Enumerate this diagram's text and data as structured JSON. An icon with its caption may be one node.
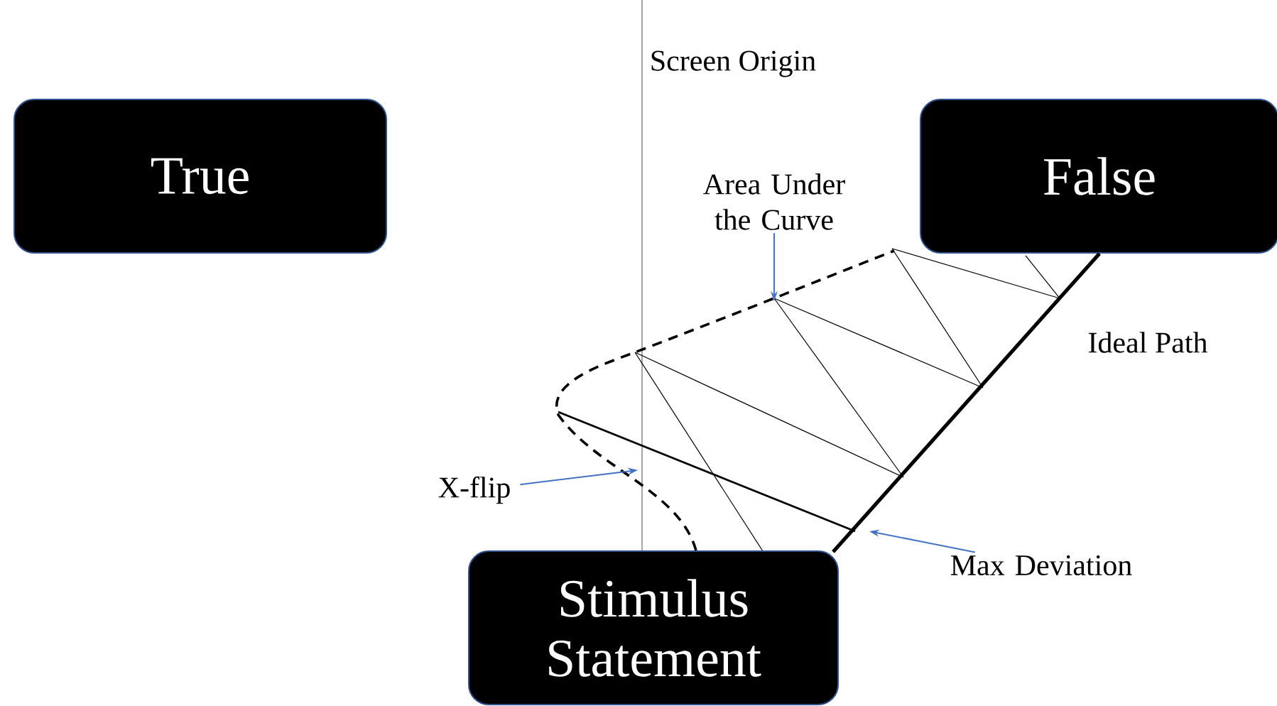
{
  "diagram": {
    "nodes": [
      {
        "text": [
          "True"
        ]
      },
      {
        "text": [
          "False"
        ]
      },
      {
        "text": [
          "Stimulus Statement"
        ]
      },
      {
        "text": [
          "Area Under the Curve"
        ]
      },
      {
        "text": [
          "X-flip"
        ]
      },
      {
        "text": [
          "Max Deviation"
        ]
      }
    ],
    "edges": [
      {
        "from": 2,
        "to": 1,
        "arrow": "none",
        "label": "Ideal Path",
        "style": "thick",
        "color": "#000000"
      },
      {
        "from": 2,
        "to": 1,
        "arrow": "none",
        "style": "dashed",
        "color": "#000000"
      },
      {
        "from": 3,
        "to": null,
        "arrow": "to",
        "color": "#4472c4"
      },
      {
        "from": 4,
        "to": null,
        "arrow": "to",
        "color": "#4472c4"
      },
      {
        "from": 5,
        "to": null,
        "arrow": "to",
        "color": "#4472c4"
      }
    ],
    "labels": [
      "Screen Origin"
    ]
  }
}
